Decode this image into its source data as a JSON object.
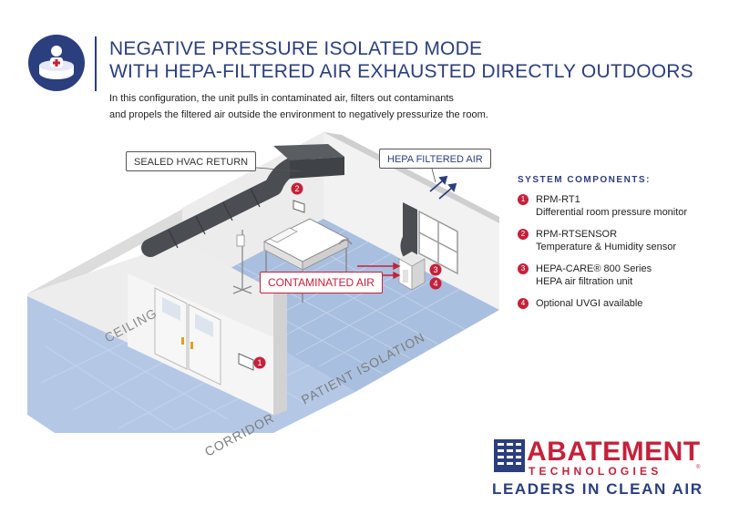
{
  "header": {
    "title_line_1": "NEGATIVE PRESSURE ISOLATED MODE",
    "title_line_2": "WITH HEPA-FILTERED AIR EXHAUSTED DIRECTLY OUTDOORS",
    "subtitle_line_1": "In this configuration, the unit pulls in contaminated air, filters out contaminants",
    "subtitle_line_2": "and propels the filtered air outside the environment to negatively pressurize the room.",
    "icon": "patient-isolation-icon"
  },
  "diagram": {
    "callouts": {
      "hvac": "SEALED HVAC RETURN",
      "hepa": "HEPA FILTERED AIR",
      "contaminated": "CONTAMINATED AIR"
    },
    "floor_labels": {
      "ceiling": "CEILING",
      "corridor": "CORRIDOR",
      "patient_isolation": "PATIENT ISOLATION"
    },
    "markers": [
      "1",
      "2",
      "3",
      "4"
    ]
  },
  "components": {
    "title": "SYSTEM COMPONENTS:",
    "items": [
      {
        "num": "1",
        "line1": "RPM-RT1",
        "line2": "Differential room pressure monitor"
      },
      {
        "num": "2",
        "line1": "RPM-RTSENSOR",
        "line2": "Temperature & Humidity sensor"
      },
      {
        "num": "3",
        "line1": "HEPA-CARE® 800 Series",
        "line2": "HEPA air filtration unit"
      },
      {
        "num": "4",
        "line1": "Optional UVGI available",
        "line2": ""
      }
    ]
  },
  "brand": {
    "name": "ABATEMENT",
    "sub": "TECHNOLOGIES",
    "reg": "®",
    "tagline": "LEADERS IN CLEAN AIR"
  },
  "colors": {
    "navy": "#2b3e7e",
    "red": "#c5213a",
    "floor": "#a9bfdf",
    "wall": "#e9e9e9",
    "duct": "#4a4d52"
  }
}
